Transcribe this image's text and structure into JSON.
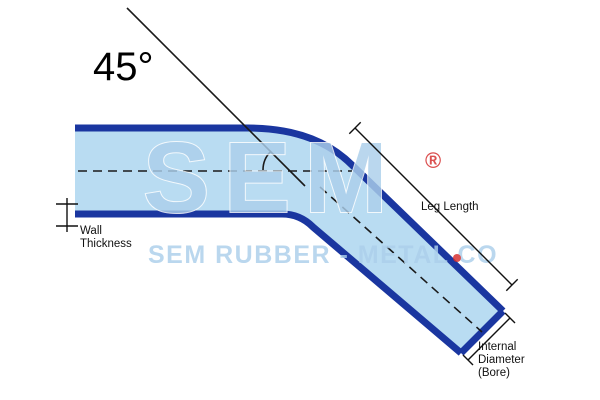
{
  "diagram": {
    "angle_label": "45°",
    "leg_length_label": "Leg Length",
    "wall_thickness_line1": "Wall",
    "wall_thickness_line2": "Thickness",
    "bore_line1": "Internal",
    "bore_line2": "Diameter",
    "bore_line3": "(Bore)"
  },
  "watermark": {
    "logo": "SEM",
    "registered": "®",
    "tagline": "SEM RUBBER - METAL CO"
  },
  "colors": {
    "tube_fill": "#b9dcf2",
    "tube_outline": "#1a36a0",
    "watermark": "#accfeb",
    "registered_red": "#d42a2a"
  }
}
